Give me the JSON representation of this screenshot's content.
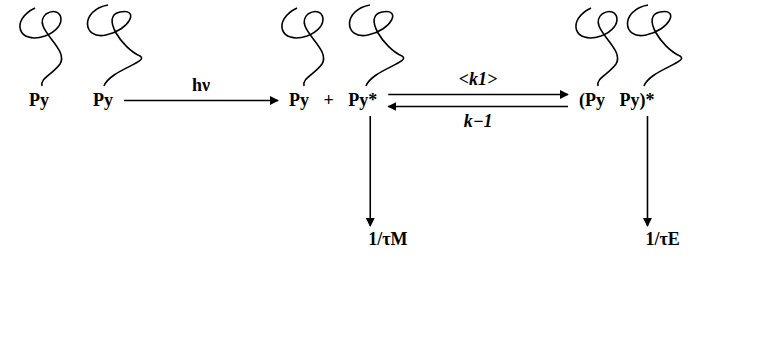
{
  "diagram": {
    "nodes": [
      {
        "text": [
          "Py",
          "Py"
        ]
      },
      {
        "text": [
          "Py + Py*"
        ]
      },
      {
        "text": [
          "(Py Py)*"
        ]
      }
    ],
    "edges": [
      {
        "from": 0,
        "to": 1,
        "label": "hν",
        "arrow": "to"
      },
      {
        "from": 1,
        "to": 2,
        "label": "<k1>",
        "arrow": "to"
      },
      {
        "from": 2,
        "to": 1,
        "label": "k−1",
        "arrow": "to"
      }
    ],
    "labels": [
      "1/τM",
      "1/τE"
    ]
  }
}
